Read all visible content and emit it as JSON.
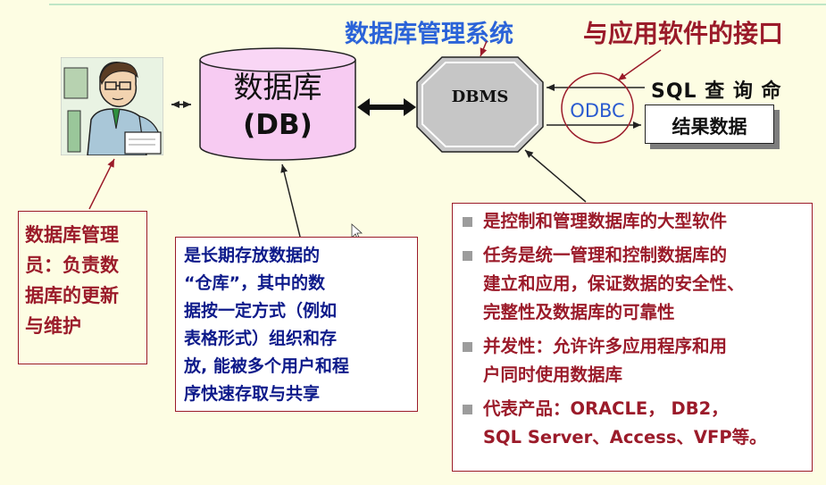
{
  "titles": {
    "dbms_system": "数据库管理系统",
    "app_interface": "与应用软件的接口"
  },
  "database": {
    "line1": "数据库",
    "line2": "(DB)"
  },
  "dbms": {
    "label": "DBMS"
  },
  "odbc": {
    "label": "ODBC"
  },
  "sql_query": {
    "label": "SQL 查 询 命"
  },
  "result_data": {
    "label": "结果数据"
  },
  "admin_box": {
    "lines": [
      "数据库管理",
      "员：负责数",
      "据库的更新",
      "与维护"
    ]
  },
  "repository_box": {
    "lines": [
      "是长期存放数据的",
      "“仓库”，其中的数",
      "据按一定方式（例如",
      "表格形式）组织和存",
      "放, 能被多个用户和程",
      "序快速存取与共享"
    ]
  },
  "dbms_features": [
    {
      "lines": [
        "是控制和管理数据库的大型软件"
      ]
    },
    {
      "lines": [
        "任务是统一管理和控制数据库的",
        "建立和应用，保证数据的安全性、",
        "完整性及数据库的可靠性"
      ]
    },
    {
      "lines": [
        "并发性：允许许多应用程序和用",
        "户同时使用数据库"
      ]
    },
    {
      "lines": [
        "代表产品：ORACLE， DB2，",
        "SQL Server、Access、VFP等。"
      ]
    }
  ],
  "colors": {
    "background": "#fdfde3",
    "dark_red": "#9b1b2a",
    "blue": "#2b63d8",
    "navy": "#0d1a8a",
    "db_pink": "#f7cbf2",
    "dbms_gray": "#c6c6c6"
  },
  "icons": [
    "database-administrator-illustration",
    "bullet-square-icon"
  ]
}
